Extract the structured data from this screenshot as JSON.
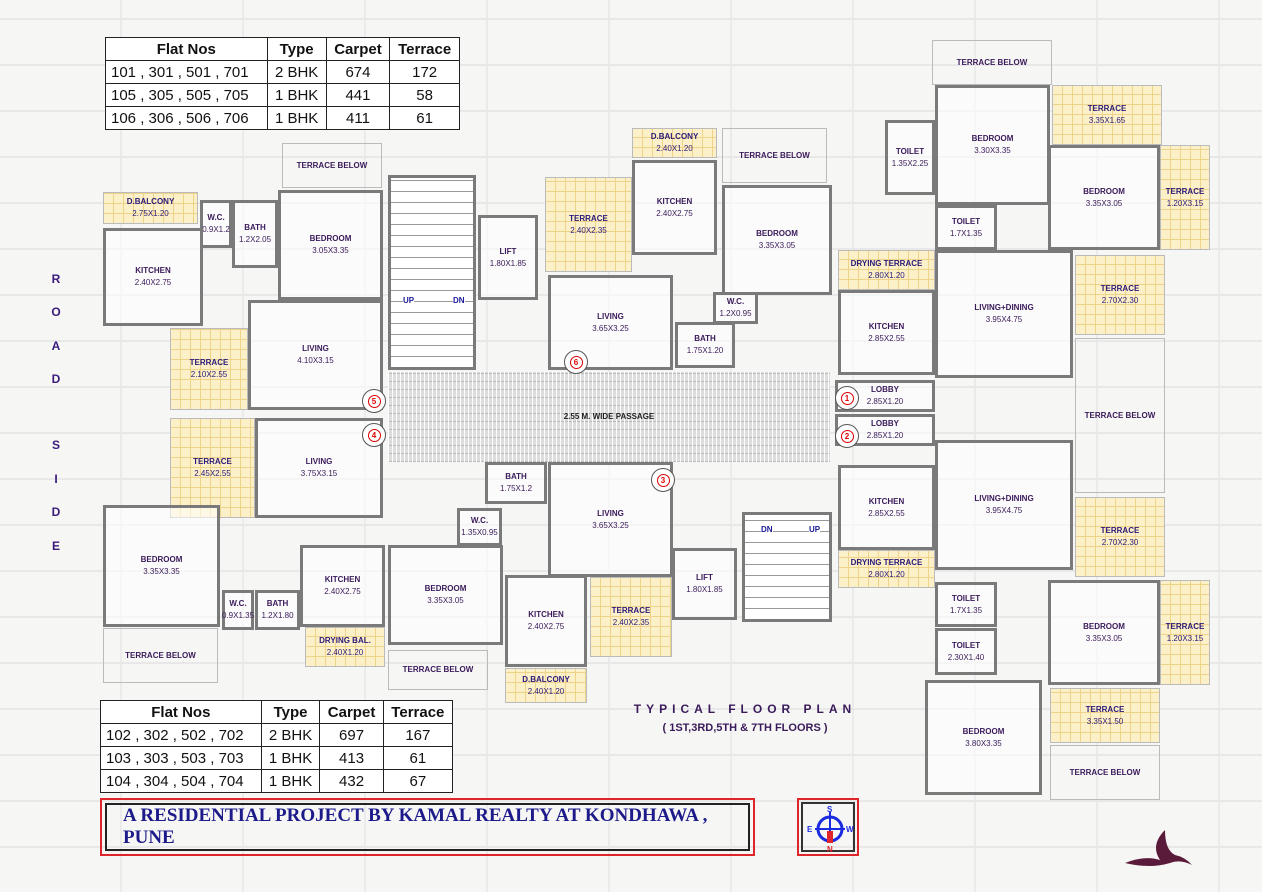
{
  "table_top": {
    "headers": [
      "Flat Nos",
      "Type",
      "Carpet",
      "Terrace"
    ],
    "rows": [
      [
        "101 , 301 , 501 , 701",
        "2 BHK",
        "674",
        "172"
      ],
      [
        "105 , 305 , 505 , 705",
        "1 BHK",
        "441",
        "58"
      ],
      [
        "106 , 306 , 506 , 706",
        "1 BHK",
        "411",
        "61"
      ]
    ]
  },
  "table_bottom": {
    "headers": [
      "Flat Nos",
      "Type",
      "Carpet",
      "Terrace"
    ],
    "rows": [
      [
        "102 , 302 , 502 , 702",
        "2 BHK",
        "697",
        "167"
      ],
      [
        "103 , 303 , 503 , 703",
        "1 BHK",
        "413",
        "61"
      ],
      [
        "104 , 304 , 504 , 704",
        "1 BHK",
        "432",
        "67"
      ]
    ]
  },
  "road_side": [
    "R",
    "O",
    "A",
    "D",
    "S",
    "I",
    "D",
    "E"
  ],
  "rooms": [
    {
      "name": "D.BALCONY",
      "size": "2.75X1.20"
    },
    {
      "name": "W.C.",
      "size": "0.9X1.2"
    },
    {
      "name": "BATH",
      "size": "1.2X2.05"
    },
    {
      "name": "KITCHEN",
      "size": "2.40X2.75"
    },
    {
      "name": "BEDROOM",
      "size": "3.05X3.35"
    },
    {
      "name": "TERRACE BELOW"
    },
    {
      "name": "TERRACE",
      "size": "2.10X2.55"
    },
    {
      "name": "LIVING",
      "size": "4.10X3.15"
    },
    {
      "name": "TERRACE",
      "size": "2.45X2.55"
    },
    {
      "name": "LIVING",
      "size": "3.75X3.15"
    },
    {
      "name": "BEDROOM",
      "size": "3.35X3.35"
    },
    {
      "name": "W.C.",
      "size": "0.9X1.35"
    },
    {
      "name": "BATH",
      "size": "1.2X1.80"
    },
    {
      "name": "KITCHEN",
      "size": "2.40X2.75"
    },
    {
      "name": "DRYING BAL.",
      "size": "2.40X1.20"
    },
    {
      "name": "TERRACE BELOW"
    },
    {
      "name": "TERRACE BELOW"
    },
    {
      "name": "BEDROOM",
      "size": "3.35X3.05"
    },
    {
      "name": "BATH",
      "size": "1.75X1.2"
    },
    {
      "name": "W.C.",
      "size": "1.35X0.95"
    },
    {
      "name": "LIVING",
      "size": "3.65X3.25"
    },
    {
      "name": "KITCHEN",
      "size": "2.40X2.75"
    },
    {
      "name": "D.BALCONY",
      "size": "2.40X1.20"
    },
    {
      "name": "TERRACE",
      "size": "2.40X2.35"
    },
    {
      "name": "LIFT",
      "size": "1.80X1.85"
    },
    {
      "name": "LIFT",
      "size": "1.80X1.85"
    },
    {
      "name": "TERRACE",
      "size": "2.40X2.35"
    },
    {
      "name": "D.BALCONY",
      "size": "2.40X1.20"
    },
    {
      "name": "KITCHEN",
      "size": "2.40X2.75"
    },
    {
      "name": "TERRACE BELOW"
    },
    {
      "name": "BEDROOM",
      "size": "3.35X3.05"
    },
    {
      "name": "LIVING",
      "size": "3.65X3.25"
    },
    {
      "name": "W.C.",
      "size": "1.2X0.95"
    },
    {
      "name": "BATH",
      "size": "1.75X1.20"
    },
    {
      "name": "2.55 M. WIDE PASSAGE"
    },
    {
      "name": "LOBBY",
      "size": "2.85X1.20"
    },
    {
      "name": "LOBBY",
      "size": "2.85X1.20"
    },
    {
      "name": "DRYING TERRACE",
      "size": "2.80X1.20"
    },
    {
      "name": "KITCHEN",
      "size": "2.85X2.55"
    },
    {
      "name": "LIVING+DINING",
      "size": "3.95X4.75"
    },
    {
      "name": "TOILET",
      "size": "1.35X2.25"
    },
    {
      "name": "BEDROOM",
      "size": "3.30X3.35"
    },
    {
      "name": "TERRACE",
      "size": "3.35X1.65"
    },
    {
      "name": "TERRACE BELOW"
    },
    {
      "name": "BEDROOM",
      "size": "3.35X3.05"
    },
    {
      "name": "TERRACE",
      "size": "1.20X3.15"
    },
    {
      "name": "TOILET",
      "size": "1.7X1.35"
    },
    {
      "name": "TERRACE",
      "size": "2.70X2.30"
    },
    {
      "name": "TERRACE BELOW"
    },
    {
      "name": "KITCHEN",
      "size": "2.85X2.55"
    },
    {
      "name": "LIVING+DINING",
      "size": "3.95X4.75"
    },
    {
      "name": "DRYING TERRACE",
      "size": "2.80X1.20"
    },
    {
      "name": "TERRACE",
      "size": "2.70X2.30"
    },
    {
      "name": "TOILET",
      "size": "1.7X1.35"
    },
    {
      "name": "TOILET",
      "size": "2.30X1.40"
    },
    {
      "name": "BEDROOM",
      "size": "3.35X3.05"
    },
    {
      "name": "TERRACE",
      "size": "1.20X3.15"
    },
    {
      "name": "BEDROOM",
      "size": "3.80X3.35"
    },
    {
      "name": "TERRACE",
      "size": "3.35X1.50"
    },
    {
      "name": "TERRACE BELOW"
    }
  ],
  "stairs": {
    "up": "UP",
    "dn": "DN"
  },
  "doors": [
    "1",
    "2",
    "3",
    "4",
    "5",
    "6"
  ],
  "title": "TYPICAL FLOOR PLAN",
  "subtitle": "( 1ST,3RD,5TH & 7TH FLOORS )",
  "banner": "A RESIDENTIAL PROJECT BY KAMAL REALTY AT KONDHAWA , PUNE",
  "compass": {
    "s": "S",
    "n": "N",
    "e": "E",
    "w": "W"
  }
}
